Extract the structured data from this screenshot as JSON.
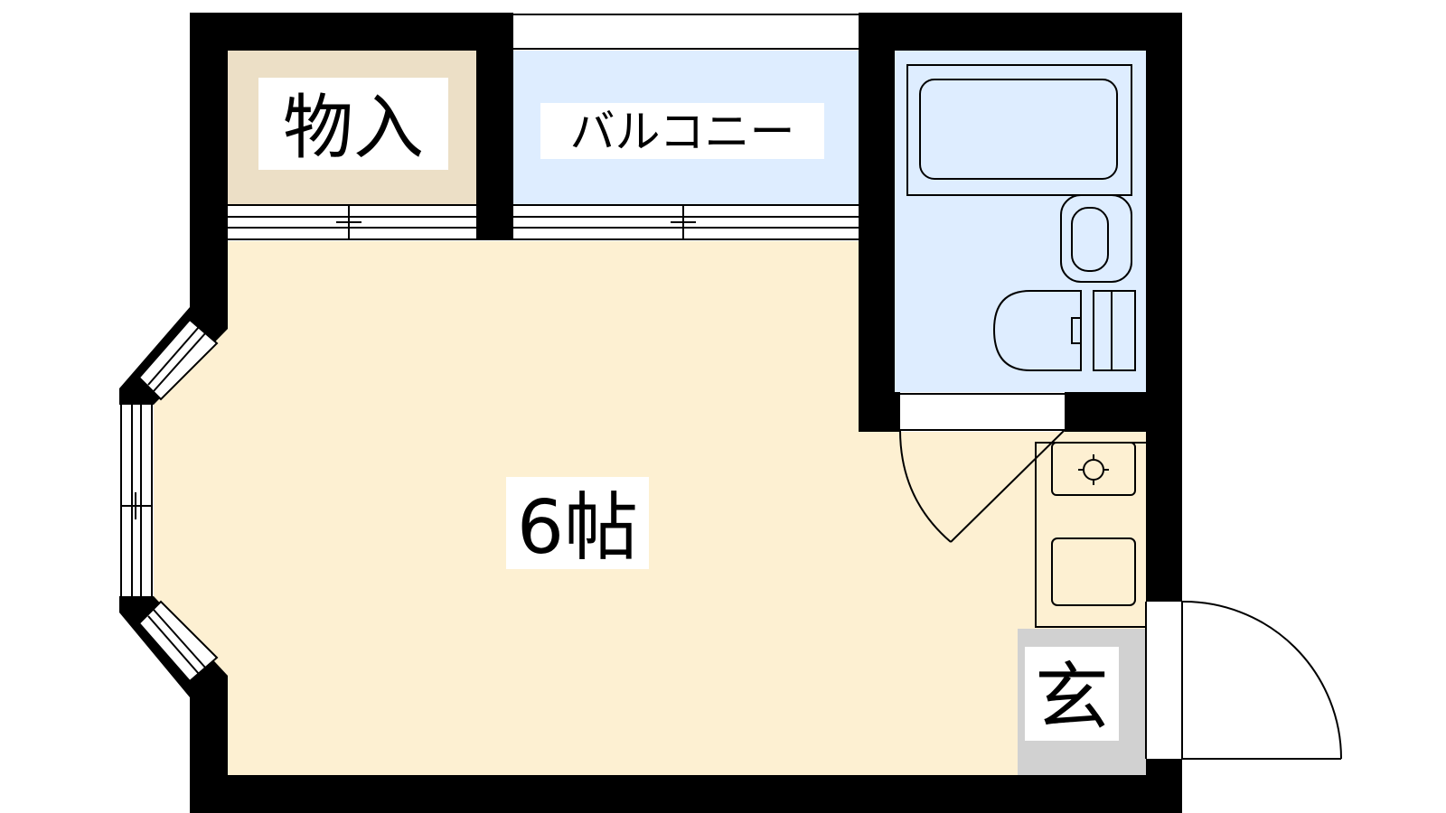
{
  "rooms": {
    "storage": {
      "label": "物入"
    },
    "balcony": {
      "label": "バルコニー"
    },
    "main_room": {
      "label": "6帖"
    },
    "entrance": {
      "label": "玄"
    }
  },
  "colors": {
    "wall": "#000000",
    "main_room_fill": "#fdf0d2",
    "storage_fill": "#ecdfc6",
    "balcony_fill": "#deedff",
    "bathroom_fill": "#deedff",
    "entrance_fill": "#d1d1d1",
    "label_bg": "#ffffff"
  }
}
